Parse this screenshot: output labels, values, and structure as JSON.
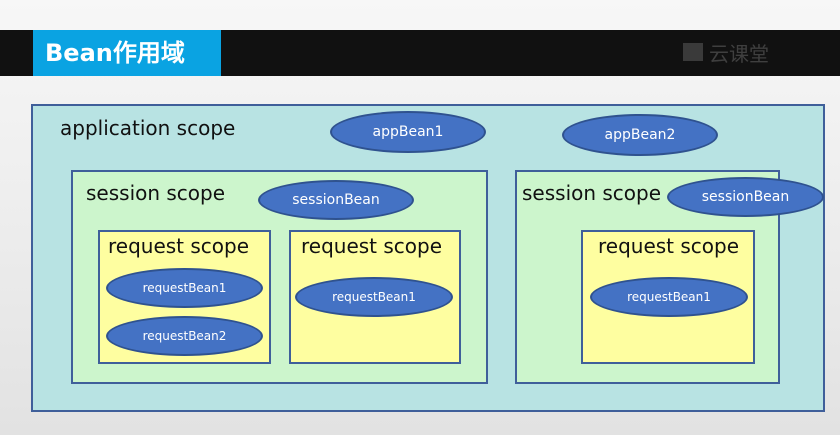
{
  "header": {
    "title": "Bean作用域",
    "logo_text": "云课堂"
  },
  "diagram": {
    "application": {
      "label": "application scope",
      "beans": [
        "appBean1",
        "appBean2"
      ]
    },
    "sessions": [
      {
        "label": "session scope",
        "bean": "sessionBean",
        "requests": [
          {
            "label": "request scope",
            "beans": [
              "requestBean1",
              "requestBean2"
            ]
          },
          {
            "label": "request scope",
            "beans": [
              "requestBean1"
            ]
          }
        ]
      },
      {
        "label": "session scope",
        "bean": "sessionBean",
        "requests": [
          {
            "label": "request scope",
            "beans": [
              "requestBean1"
            ]
          }
        ]
      }
    ]
  },
  "colors": {
    "header_bar": "#111111",
    "title_bg": "#0aa3e2",
    "application_fill": "#b8e3e3",
    "session_fill": "#ccf5cc",
    "request_fill": "#fefea0",
    "bean_fill": "#4472c4",
    "border": "#3f5f9a"
  }
}
